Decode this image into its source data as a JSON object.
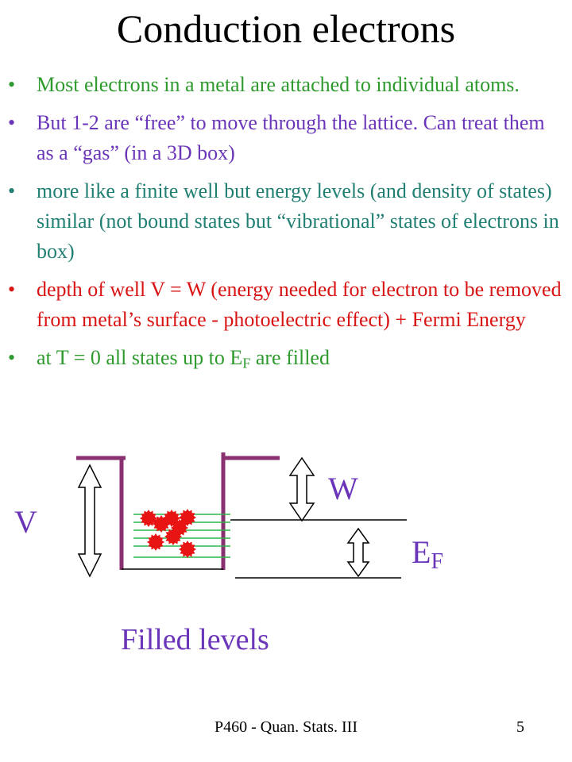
{
  "title": "Conduction electrons",
  "bullets": [
    {
      "text": "Most electrons in a metal are attached to individual atoms.",
      "color": "#2e9a2e"
    },
    {
      "text": "But 1-2 are “free” to move through the lattice. Can treat them as a “gas” (in a 3D box)",
      "color": "#6a35b8"
    },
    {
      "text": "more like a finite well but energy levels (and density of states) similar (not bound states but “vibrational” states of electrons in box)",
      "color": "#1f7f72"
    },
    {
      "text": "depth of well   V   =    W (energy needed for electron to be removed from metal’s surface - photoelectric effect)      +      Fermi Energy",
      "color": "#d81414"
    },
    {
      "text_before": "at T = 0 all states up to E",
      "subscript": "F",
      "text_after": " are filled",
      "color": "#2e9a2e"
    }
  ],
  "bullet_marker": "•",
  "diagram": {
    "label_v": "V",
    "label_w": "W",
    "label_e": "E",
    "label_e_sub": "F",
    "label_filled": "Filled levels",
    "label_color": "#6a35b8",
    "well_color": "#8a2f6f",
    "level_color": "#2bb54a",
    "electron_color": "#e81414",
    "electron_count": 8
  },
  "footer": {
    "course": "P460 - Quan. Stats. III",
    "page": "5"
  }
}
